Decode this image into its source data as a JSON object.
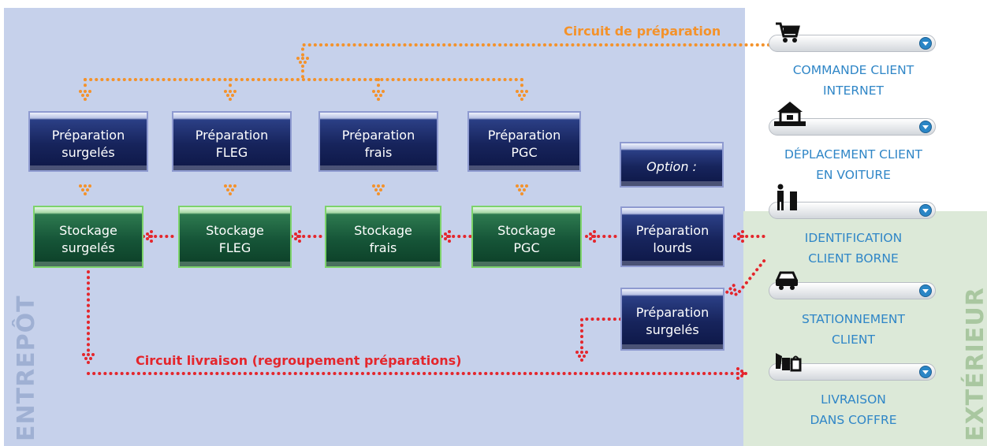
{
  "zones": {
    "warehouse": "ENTREPÔT",
    "exterior": "EXTÉRIEUR"
  },
  "circuits": {
    "preparation": "Circuit de préparation",
    "delivery": "Circuit livraison (regroupement préparations)"
  },
  "preparation": [
    {
      "line1": "Préparation",
      "line2": "surgelés"
    },
    {
      "line1": "Préparation",
      "line2": "FLEG"
    },
    {
      "line1": "Préparation",
      "line2": "frais"
    },
    {
      "line1": "Préparation",
      "line2": "PGC"
    }
  ],
  "storage": [
    {
      "line1": "Stockage",
      "line2": "surgelés"
    },
    {
      "line1": "Stockage",
      "line2": "FLEG"
    },
    {
      "line1": "Stockage",
      "line2": "frais"
    },
    {
      "line1": "Stockage",
      "line2": "PGC"
    }
  ],
  "option": {
    "label": "Option :"
  },
  "extra_preparation": [
    {
      "line1": "Préparation",
      "line2": "lourds"
    },
    {
      "line1": "Préparation",
      "line2": "surgelés"
    }
  ],
  "steps": [
    {
      "icon": "shopping-cart-icon",
      "line1": "COMMANDE CLIENT",
      "line2": "INTERNET"
    },
    {
      "icon": "house-car-icon",
      "line1": "DÉPLACEMENT CLIENT",
      "line2": "EN VOITURE"
    },
    {
      "icon": "person-kiosk-icon",
      "line1": "IDENTIFICATION",
      "line2": "CLIENT BORNE"
    },
    {
      "icon": "car-icon",
      "line1": "STATIONNEMENT",
      "line2": "CLIENT"
    },
    {
      "icon": "shopping-bags-icon",
      "line1": "LIVRAISON",
      "line2": "DANS COFFRE"
    }
  ],
  "colors": {
    "warehouse": "#c6d1eb",
    "exterior": "#dce9d8",
    "prep_flow": "#f4922a",
    "delivery_flow": "#e4262c",
    "step_text": "#2f86c7"
  }
}
